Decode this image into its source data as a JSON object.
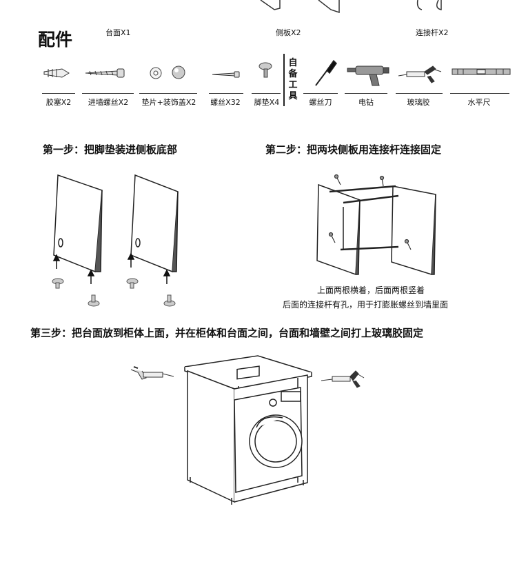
{
  "parts_title": "配件",
  "top_parts": {
    "countertop": "台面X1",
    "side_panel": "侧板X2",
    "connecting_rod": "连接杆X2"
  },
  "parts": [
    {
      "label": "胶塞X2",
      "icon": "wall-plug-icon"
    },
    {
      "label": "进墙螺丝X2",
      "icon": "wall-screw-icon"
    },
    {
      "label": "垫片+装饰盖X2",
      "icon": "washer-cap-icon"
    },
    {
      "label": "螺丝X32",
      "icon": "screw-icon"
    },
    {
      "label": "脚垫X4",
      "icon": "foot-pad-icon"
    }
  ],
  "tools_label": "自备工具",
  "tools": [
    {
      "label": "螺丝刀",
      "icon": "screwdriver-icon"
    },
    {
      "label": "电钻",
      "icon": "power-drill-icon"
    },
    {
      "label": "玻璃胶",
      "icon": "caulking-gun-icon"
    },
    {
      "label": "水平尺",
      "icon": "spirit-level-icon"
    }
  ],
  "steps": {
    "step1": "第一步：把脚垫装进侧板底部",
    "step2": "第二步：把两块侧板用连接杆连接固定",
    "step3": "第三步：把台面放到柜体上面，并在柜体和台面之间，台面和墙壁之间打上玻璃胶固定"
  },
  "notes": {
    "line1": "上面两根横着，后面两根竖着",
    "line2": "后面的连接杆有孔，用于打膨胀螺丝到墙里面"
  }
}
